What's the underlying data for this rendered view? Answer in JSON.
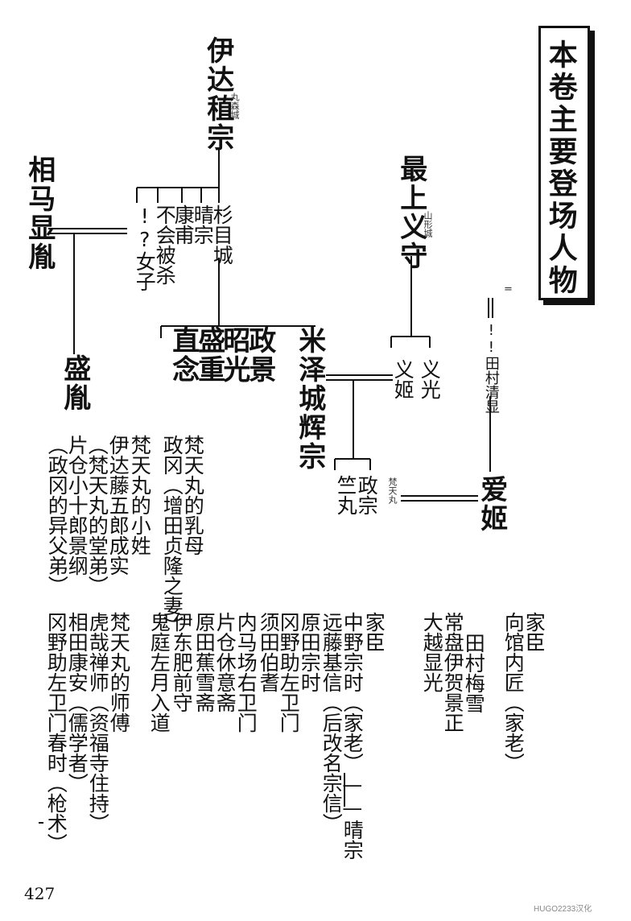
{
  "title": "本卷主要登场人物",
  "chart": {
    "date_masamune": "伊达稙宗",
    "date_masamune_castle": "丸森城",
    "soma": "相马显胤",
    "soma_son": "盛胤",
    "mogami": "最上义守",
    "mogami_castle": "山形城",
    "harumune": "晴宗",
    "harumune_castle": "杉目城",
    "yasumasa": "康甫",
    "girl_unknown": "!?女子",
    "not_killed": "不会被杀",
    "terumune": "米泽城辉宗",
    "masakage": "政景",
    "akimitsu": "昭光",
    "morishige": "盛重",
    "naonen": "直念",
    "yoshihime": "义姬",
    "yoshiaki": "义光",
    "tamura": "!!田村清显",
    "double_mark": "=",
    "aihime": "爱姬",
    "bonten_tag": "梵天丸",
    "masamune": "政宗",
    "jikumaru": "竺丸"
  },
  "roles": {
    "col1": "梵天丸的乳母",
    "col1b": "政冈（增田贞隆之妻）",
    "col2": "梵天丸的小姓",
    "col3": "伊达藤五郎成实",
    "col3b": "（梵天丸的堂弟）",
    "col4": "片仓小十郎景纲",
    "col4b": "（政冈的异父弟）"
  },
  "retainers": {
    "header": "家臣",
    "list": [
      "中野宗时（家老）——晴宗",
      "远藤基信（后改名宗信）",
      "原田宗时",
      "冈野助左卫门",
      "须田伯耆",
      "内马场右卫门",
      "片仓休意斋",
      "原田蕉雪斋",
      "伊东肥前守",
      "鬼庭左月入道"
    ]
  },
  "teachers": {
    "header": "梵天丸的师傅",
    "list": [
      "虎哉禅师（资福寺住持）",
      "相田康安（儒学者）",
      "冈野助左卫门春时（枪术）"
    ]
  },
  "aihime_retainers": {
    "header": "家臣",
    "list": [
      "向馆内匠（家老）",
      "田村梅雪",
      "常盘伊贺景正",
      "大越显光"
    ]
  },
  "page_number": "427",
  "watermark": "HUGO2233汉化"
}
